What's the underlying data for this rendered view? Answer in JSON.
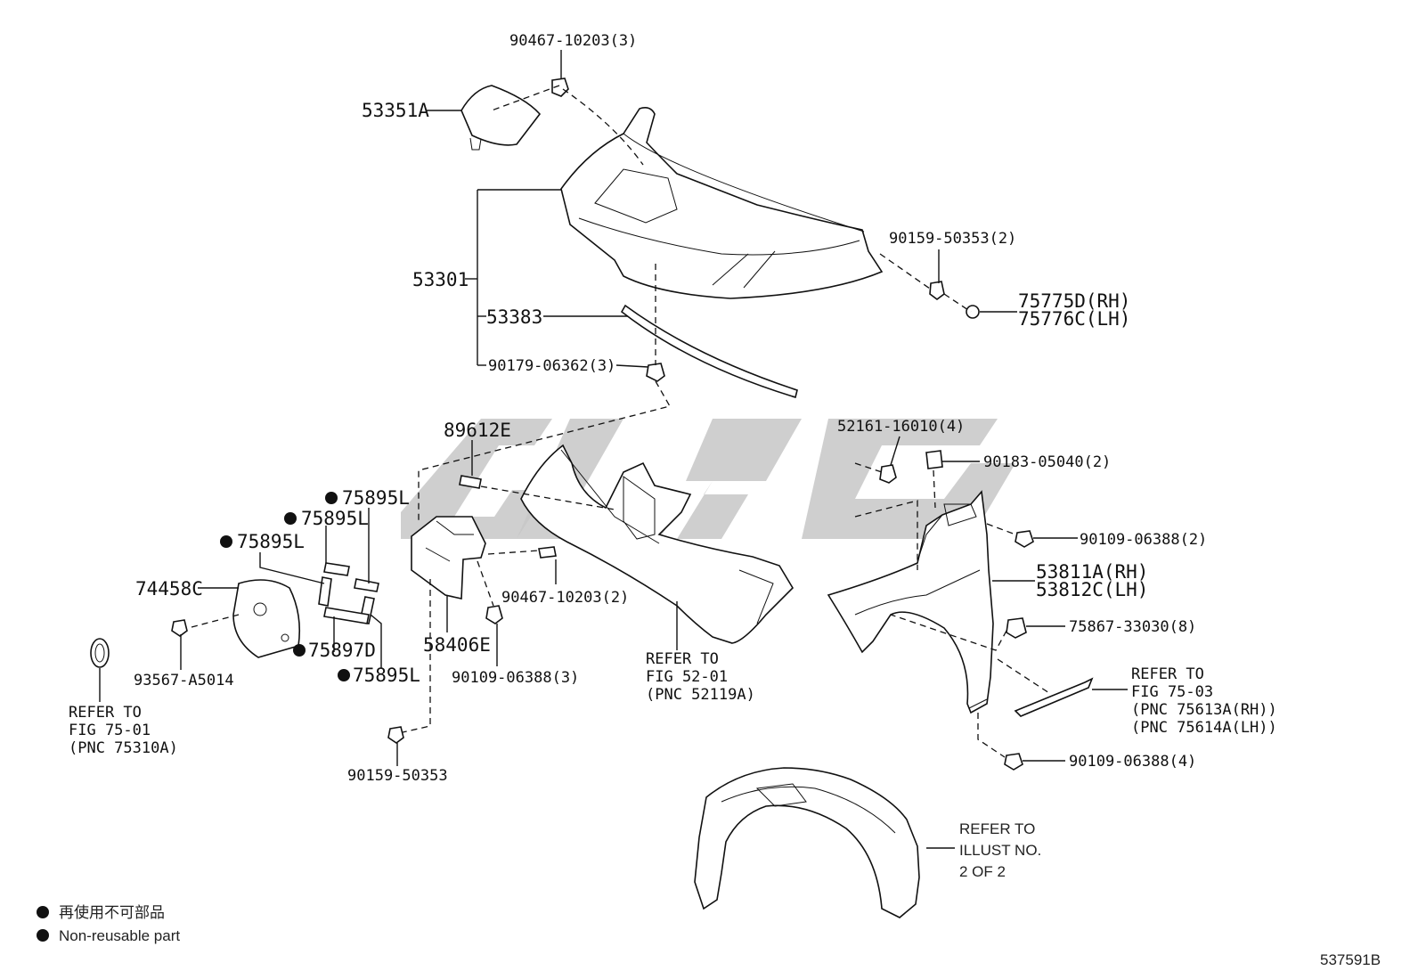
{
  "watermark": "",
  "image_id": "537591B",
  "legend": {
    "japanese": "再使用不可部品",
    "english": "Non-reusable part"
  },
  "labels": {
    "p90467_top": "90467-10203(3)",
    "p53351A": "53351A",
    "p53301": "53301",
    "p53383": "53383",
    "p90179": "90179-06362(3)",
    "p90159_right": "90159-50353(2)",
    "p75775D": "75775D(RH)",
    "p75776C": "75776C(LH)",
    "p89612E": "89612E",
    "p52161": "52161-16010(4)",
    "p90183": "90183-05040(2)",
    "p90109_2": "90109-06388(2)",
    "p53811A": "53811A(RH)",
    "p53812C": "53812C(LH)",
    "p75867": "75867-33030(8)",
    "p75895L_1": "75895L",
    "p75895L_2": "75895L",
    "p75895L_3": "75895L",
    "p75895L_4": "75895L",
    "p75897D": "75897D",
    "p74458C": "74458C",
    "p93567": "93567-A5014",
    "p58406E": "58406E",
    "p90467_mid": "90467-10203(2)",
    "p90109_3": "90109-06388(3)",
    "p90159_bottom": "90159-50353",
    "p90109_4": "90109-06388(4)"
  },
  "refer": {
    "fig7501": [
      "REFER TO",
      "FIG 75-01",
      "(PNC 75310A)"
    ],
    "fig5201": [
      "REFER TO",
      "FIG 52-01",
      "(PNC 52119A)"
    ],
    "fig7503": [
      "REFER TO",
      "FIG 75-03",
      "(PNC 75613A(RH))",
      "(PNC 75614A(LH))"
    ],
    "illust": [
      "REFER TO",
      "ILLUST NO.",
      "2 OF 2"
    ]
  }
}
